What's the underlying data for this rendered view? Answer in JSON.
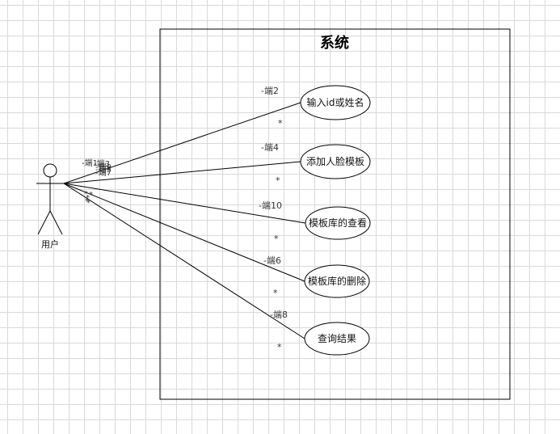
{
  "system": {
    "title": "系统"
  },
  "actor": {
    "name": "用户"
  },
  "use_cases": [
    {
      "label": "输入id或姓名",
      "end_label": "-端2",
      "multiplicity": "*"
    },
    {
      "label": "添加人脸模板",
      "end_label": "-端4",
      "multiplicity": "*"
    },
    {
      "label": "模板库的查看",
      "end_label": "-端10",
      "multiplicity": "*"
    },
    {
      "label": "模板库的删除",
      "end_label": "-端6",
      "multiplicity": "*"
    },
    {
      "label": "查询结果",
      "end_label": "-端8",
      "multiplicity": "*"
    }
  ],
  "actor_end_labels": [
    "-端1",
    "-端3",
    "-端9",
    "-端5",
    "-端7"
  ],
  "actor_multiplicities": [
    "*",
    "*",
    "*",
    "*",
    "*"
  ]
}
